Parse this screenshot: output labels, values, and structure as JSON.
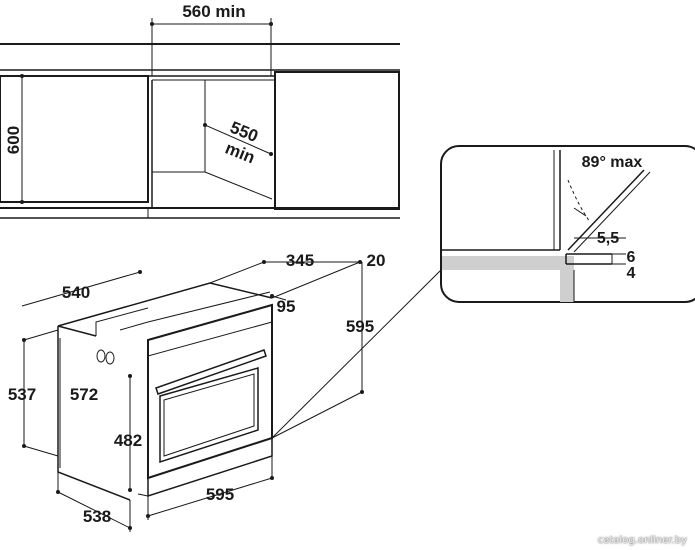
{
  "top_view": {
    "width_min": "560 min",
    "height": "600",
    "depth_min_value": "550",
    "depth_min_unit": "min"
  },
  "detail_view": {
    "angle": "89° max",
    "gap_a": "5,5",
    "gap_b": "6",
    "gap_c": "4"
  },
  "oven_view": {
    "depth_total": "540",
    "depth_body": "345",
    "panel_offset": "20",
    "panel_step": "95",
    "height_front": "595",
    "height_body": "537",
    "height_panel": "572",
    "door_height": "482",
    "width_front": "595",
    "width_body": "538"
  },
  "watermark": "catalog.onliner.by"
}
